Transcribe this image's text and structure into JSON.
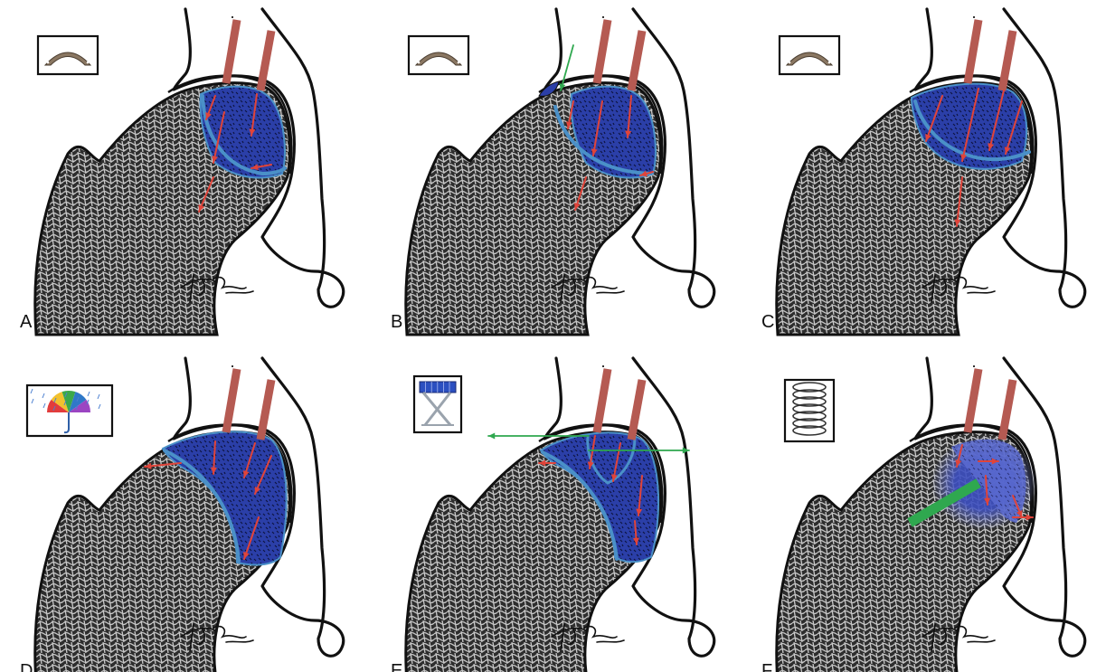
{
  "figure": {
    "panels": [
      {
        "label": "A",
        "icon": "arch-bridge-icon",
        "model": "arch",
        "colors": {
          "necrosis": "#2b3fa8",
          "boundary": "#4a90c8",
          "force": "#b55a52",
          "load_arrow": "#e0443a"
        }
      },
      {
        "label": "B",
        "icon": "arch-bridge-icon",
        "model": "arch-collapse",
        "colors": {
          "necrosis": "#2b3fa8",
          "boundary": "#4a90c8",
          "force": "#b55a52",
          "load_arrow": "#e0443a",
          "indicator": "#2fa84f"
        }
      },
      {
        "label": "C",
        "icon": "arch-bridge-icon",
        "model": "arch-broad",
        "colors": {
          "necrosis": "#2b3fa8",
          "boundary": "#4a90c8",
          "force": "#b55a52",
          "load_arrow": "#e0443a"
        }
      },
      {
        "label": "D",
        "icon": "umbrella-icon",
        "model": "umbrella",
        "colors": {
          "necrosis": "#2b3fa8",
          "boundary": "#4a90c8",
          "force": "#b55a52",
          "load_arrow": "#e0443a"
        }
      },
      {
        "label": "E",
        "icon": "folding-stool-icon",
        "model": "stool",
        "colors": {
          "necrosis": "#2b3fa8",
          "boundary": "#4a90c8",
          "force": "#b55a52",
          "load_arrow": "#e0443a",
          "indicator": "#2fa84f"
        }
      },
      {
        "label": "F",
        "icon": "spring-coil-icon",
        "model": "spring",
        "colors": {
          "necrosis": "#5a6ad0",
          "boundary": "#8a95e0",
          "force": "#b55a52",
          "load_arrow": "#e0443a",
          "indicator": "#2fa84f"
        }
      }
    ]
  }
}
